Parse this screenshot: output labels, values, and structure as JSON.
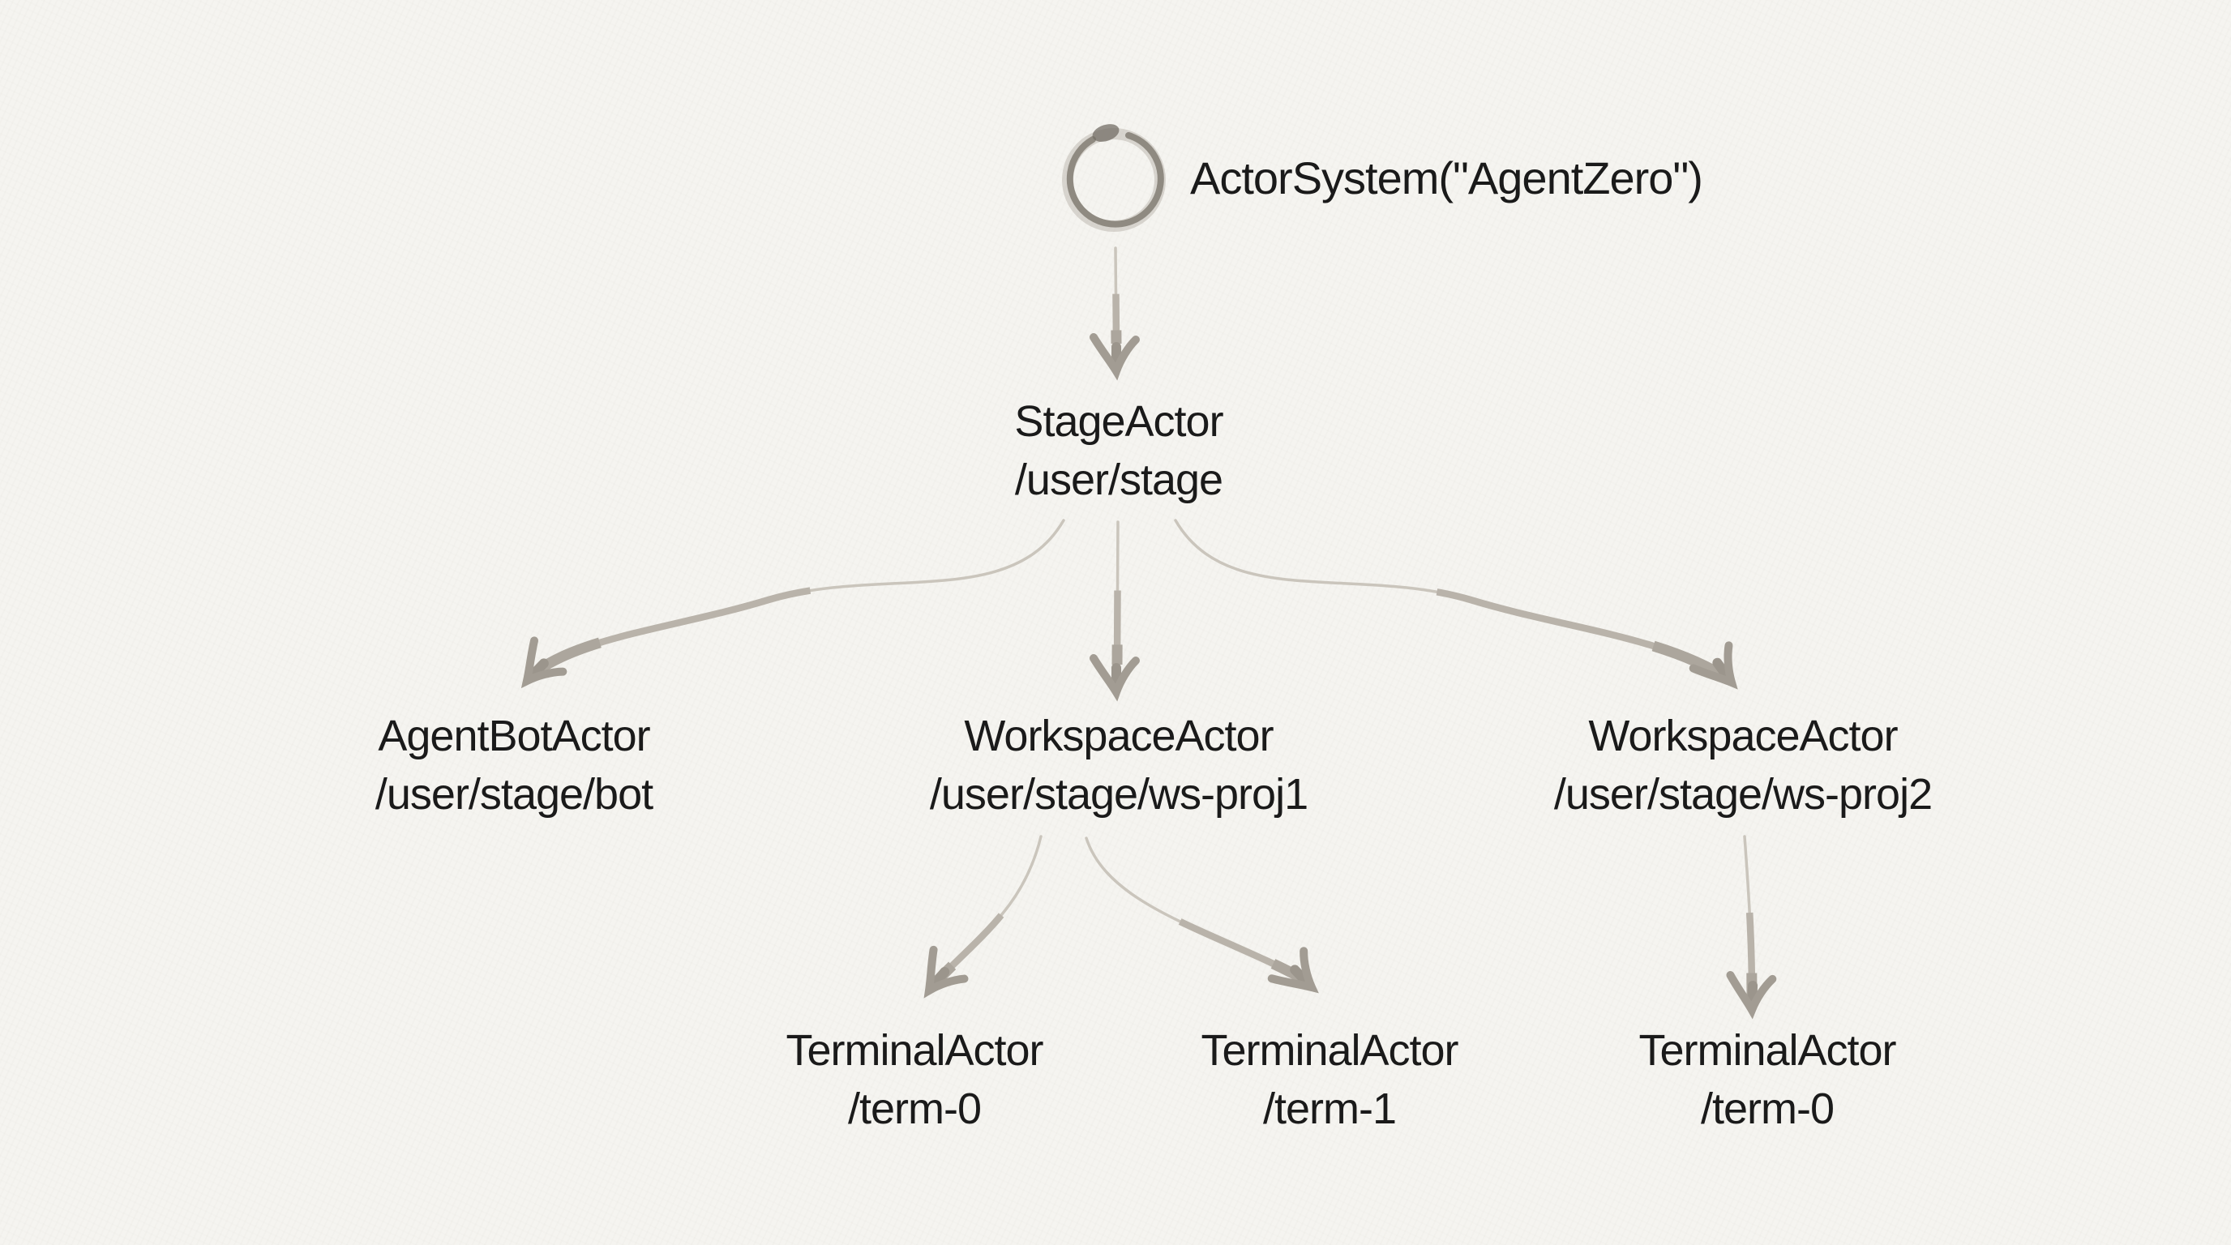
{
  "diagram": {
    "system": {
      "label": "ActorSystem(\"AgentZero\")",
      "icon": "hand-drawn-ring"
    },
    "nodes": {
      "stage": {
        "name": "StageActor",
        "path": "/user/stage"
      },
      "bot": {
        "name": "AgentBotActor",
        "path": "/user/stage/bot"
      },
      "ws1": {
        "name": "WorkspaceActor",
        "path": "/user/stage/ws-proj1"
      },
      "ws2": {
        "name": "WorkspaceActor",
        "path": "/user/stage/ws-proj2"
      },
      "term0a": {
        "name": "TerminalActor",
        "path": "/term-0"
      },
      "term1": {
        "name": "TerminalActor",
        "path": "/term-1"
      },
      "term0b": {
        "name": "TerminalActor",
        "path": "/term-0"
      }
    },
    "edges": [
      {
        "from": "ActorSystem(\"AgentZero\")",
        "to": "StageActor /user/stage"
      },
      {
        "from": "StageActor /user/stage",
        "to": "AgentBotActor /user/stage/bot"
      },
      {
        "from": "StageActor /user/stage",
        "to": "WorkspaceActor /user/stage/ws-proj1"
      },
      {
        "from": "StageActor /user/stage",
        "to": "WorkspaceActor /user/stage/ws-proj2"
      },
      {
        "from": "WorkspaceActor /user/stage/ws-proj1",
        "to": "TerminalActor /term-0"
      },
      {
        "from": "WorkspaceActor /user/stage/ws-proj1",
        "to": "TerminalActor /term-1"
      },
      {
        "from": "WorkspaceActor /user/stage/ws-proj2",
        "to": "TerminalActor /term-0"
      }
    ],
    "colors": {
      "background": "#f5f4f0",
      "text": "#1a1a1a",
      "ink_light": "#cac5bc",
      "ink_mid": "#b9b3aa",
      "ink_dark": "#a29c93"
    }
  }
}
